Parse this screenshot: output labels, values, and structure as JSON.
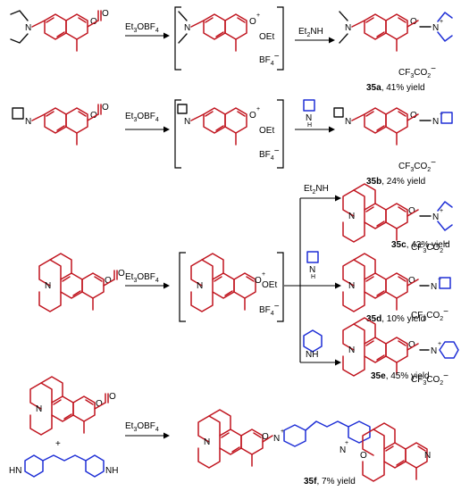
{
  "reagents": {
    "et3obf4_main": "Et",
    "et3obf4_sub3": "3",
    "et3obf4_rest": "OBF",
    "et3obf4_sub4": "4",
    "et2nh_main": "Et",
    "et2nh_sub": "2",
    "et2nh_rest": "NH",
    "plus": "+"
  },
  "labels": {
    "oet": "OEt",
    "bf4_main": "BF",
    "bf4_sub": "4",
    "minus": "−",
    "cf3co2_a": "CF",
    "cf3co2_b": "3",
    "cf3co2_c": "CO",
    "cf3co2_d": "2",
    "n": "N",
    "o": "O",
    "nh": "NH",
    "hn": "HN",
    "h": "H",
    "charge_plus": "+"
  },
  "products": [
    {
      "id": "35a",
      "yield": ", 41% yield"
    },
    {
      "id": "35b",
      "yield": ", 24% yield"
    },
    {
      "id": "35c",
      "yield": ", 43% yield"
    },
    {
      "id": "35d",
      "yield": ", 10% yield"
    },
    {
      "id": "35e",
      "yield": ", 45% yield"
    },
    {
      "id": "35f",
      "yield": ", 7% yield"
    }
  ],
  "colors": {
    "coumarin": "#c0141e",
    "amine": "#1f2fd6",
    "bond": "#111111"
  }
}
